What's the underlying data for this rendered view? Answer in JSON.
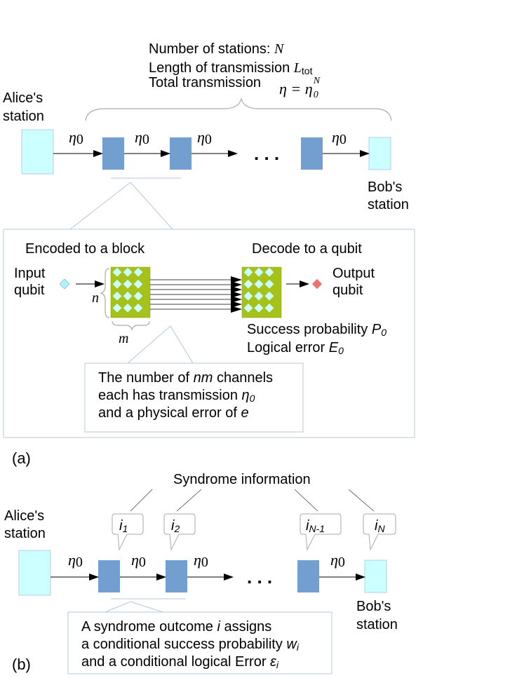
{
  "panel_a": {
    "tag": "(a)",
    "info": {
      "line1": "Number of stations: ",
      "line1_var": "N",
      "line2": "Length of transmission ",
      "line2_var": "L",
      "line2_sub": "tot",
      "line3": "Total transmission",
      "formula_lhs": "η = η",
      "formula_sub": "0",
      "formula_sup": "N"
    },
    "alice": [
      "Alice's",
      "station"
    ],
    "bob": [
      "Bob's",
      "station"
    ],
    "eta": "η",
    "eta_sub": "0",
    "ellipsis": ". . .",
    "detail": {
      "encode_title": "Encoded to a block",
      "decode_title": "Decode to a qubit",
      "input": [
        "Input",
        "qubit"
      ],
      "output": [
        "Output",
        "qubit"
      ],
      "n": "n",
      "m": "m",
      "success_prefix": "Success probability ",
      "success_var": "P",
      "success_sub": "0",
      "logical_prefix": "Logical error ",
      "logical_var": "E",
      "logical_sub": "0",
      "callout": {
        "l1_prefix": "The number of ",
        "l1_var": "nm",
        "l1_suffix": " channels",
        "l2_prefix": "each has transmission ",
        "l2_var": "η",
        "l2_sub": "0",
        "l3_prefix": "and a physical error of  ",
        "l3_var": "e"
      }
    }
  },
  "panel_b": {
    "tag": "(b)",
    "syndrome_title": "Syndrome information",
    "alice": [
      "Alice's",
      "station"
    ],
    "bob": [
      "Bob's",
      "station"
    ],
    "eta": "η",
    "eta_sub": "0",
    "ellipsis": ". . .",
    "bubbles": [
      {
        "var": "i",
        "sub": "1"
      },
      {
        "var": "i",
        "sub": "2"
      },
      {
        "var": "i",
        "sub": "N-1"
      },
      {
        "var": "i",
        "sub": "N"
      }
    ],
    "callout": {
      "l1_prefix": "A syndrome outcome ",
      "l1_var": "i",
      "l1_suffix": " assigns",
      "l2_prefix": "a conditional success probability ",
      "l2_var": "w",
      "l2_sub": "i",
      "l3_prefix": "and a conditional logical Error ",
      "l3_var": "ε",
      "l3_sub": "i"
    }
  },
  "colors": {
    "end_station": "#ccffff",
    "repeater": "#729fcf",
    "block": "#a6c11a",
    "input_qubit": "#b0f0ff",
    "output_qubit": "#ef6f6f",
    "box_border": "#b4c7dc"
  }
}
